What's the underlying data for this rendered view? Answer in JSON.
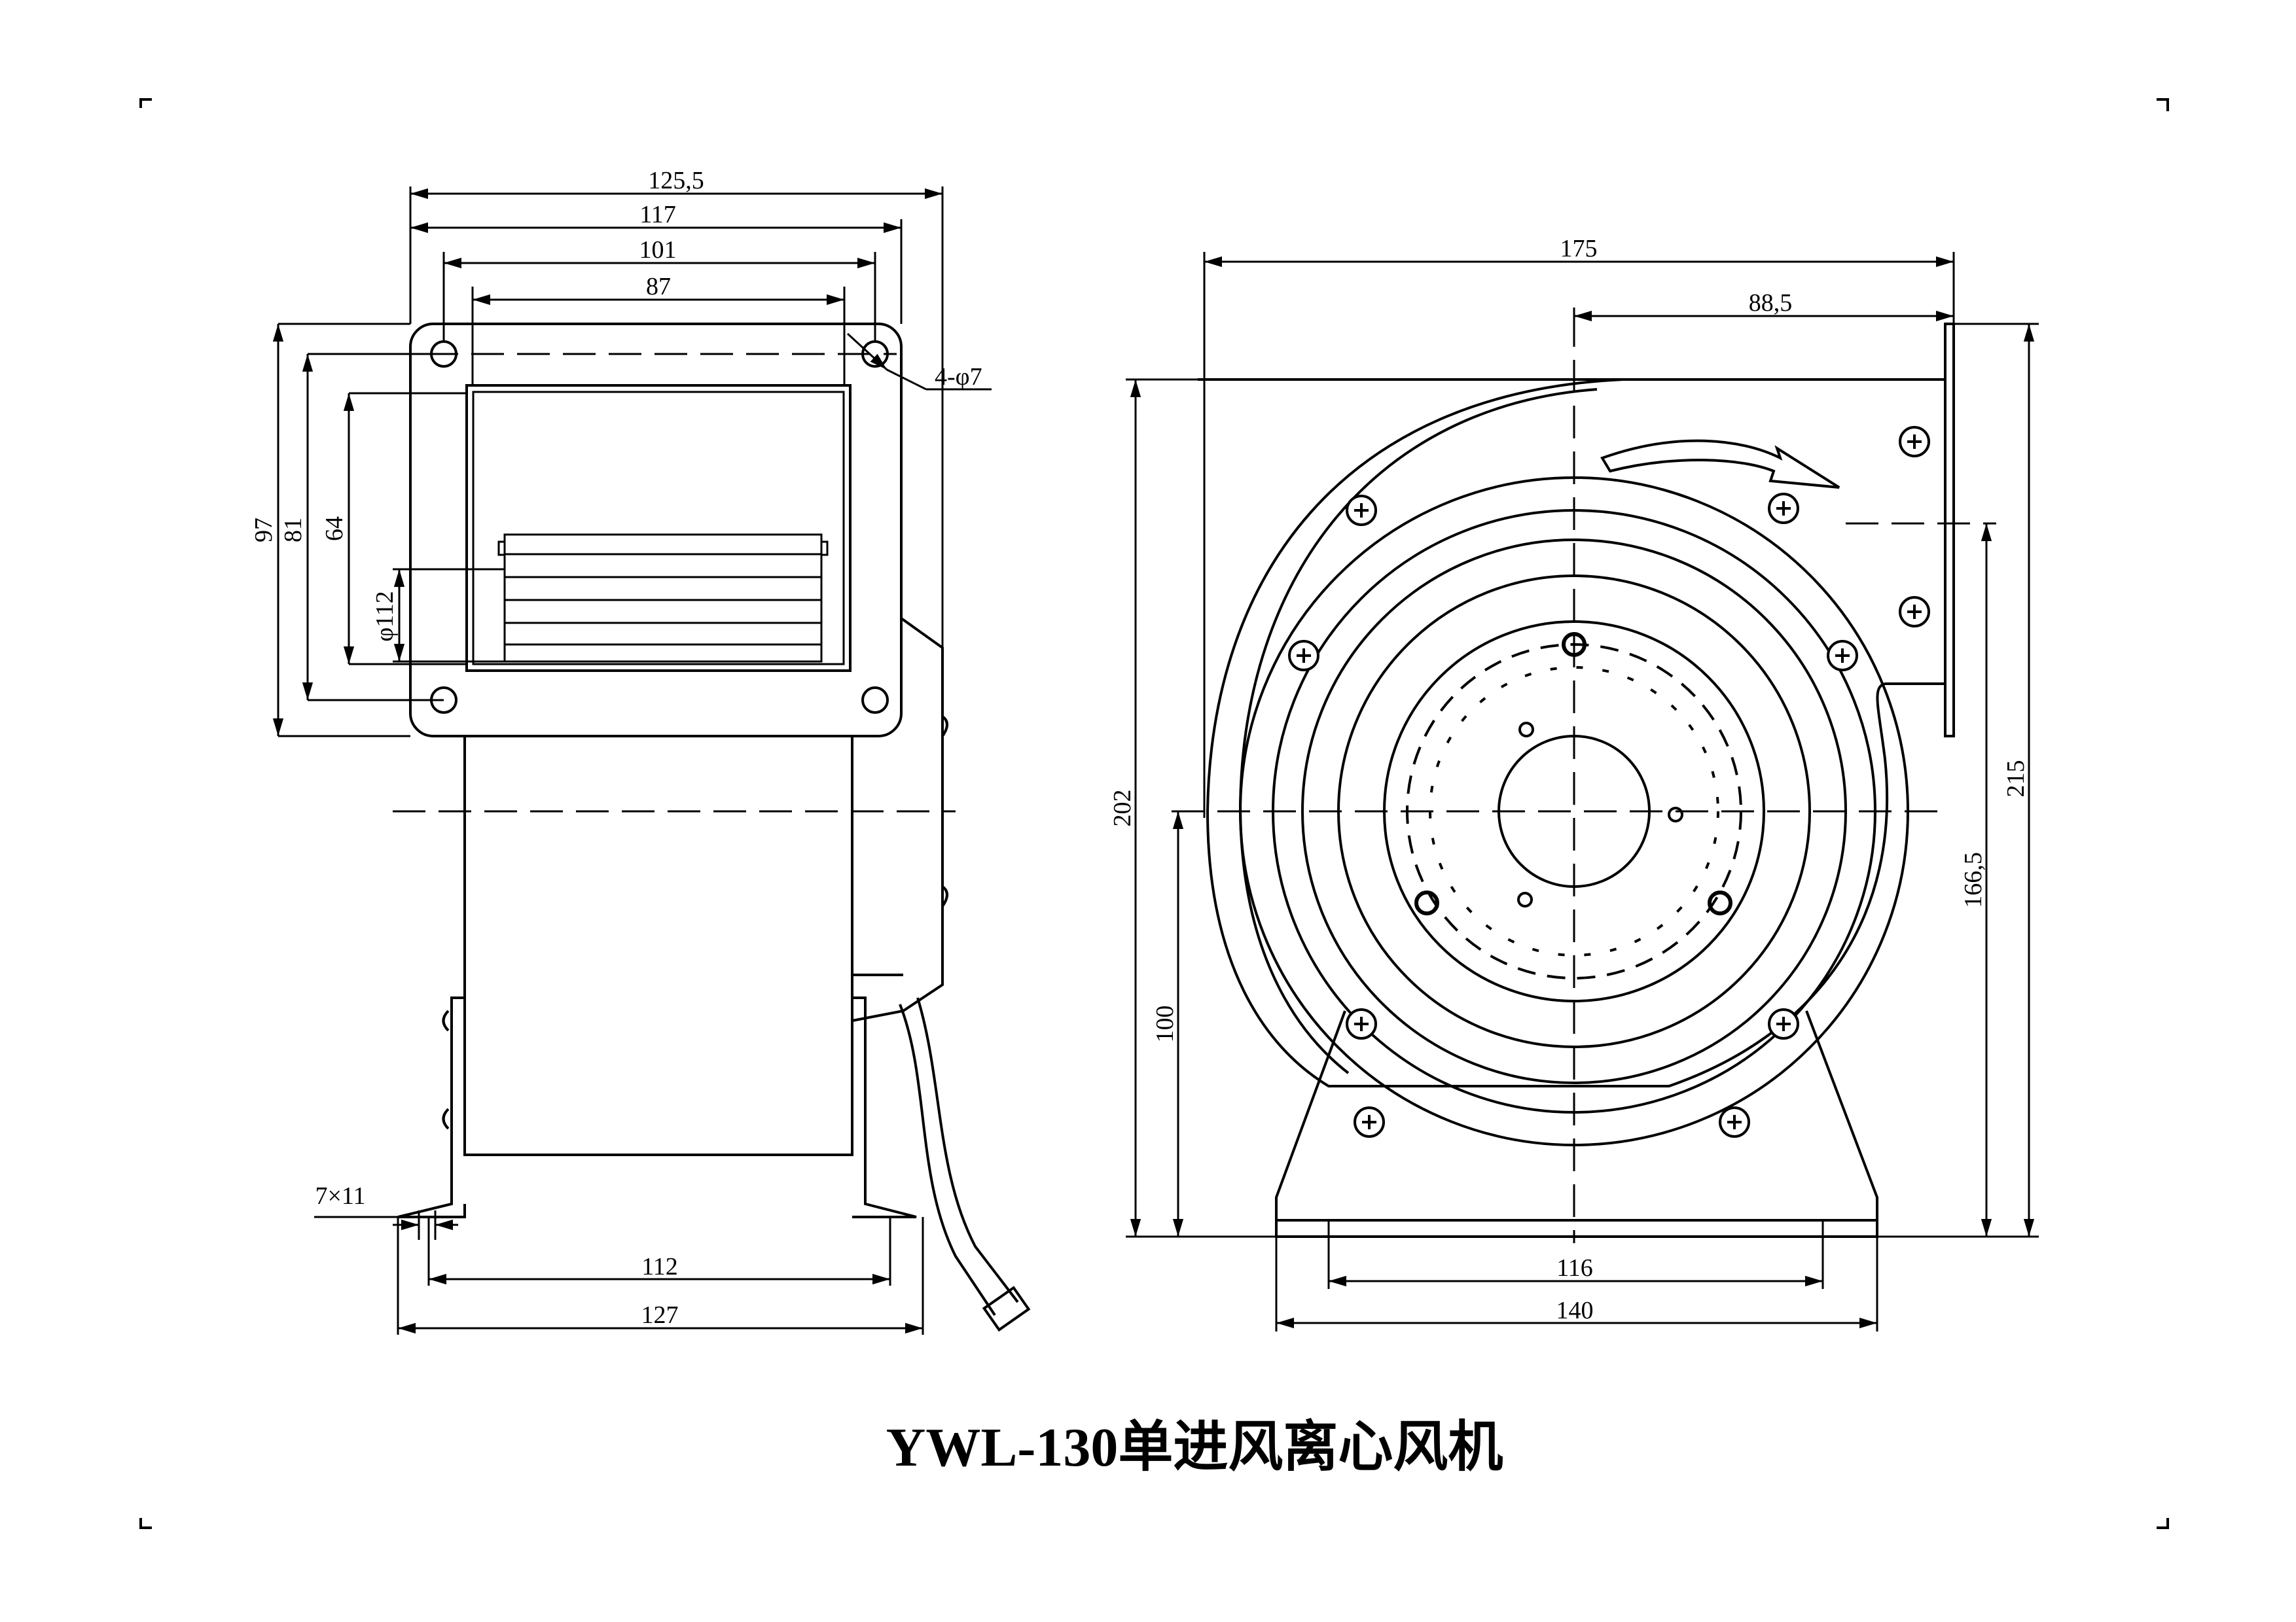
{
  "title": "YWL-130单进风离心风机",
  "front_view": {
    "dims": {
      "overall_width": "125,5",
      "flange_width": "117",
      "hole_spacing_x": "101",
      "outlet_width": "87",
      "holes": "4-φ7",
      "flange_height": "97",
      "hole_spacing_y": "81",
      "outlet_height": "64",
      "impeller_dia": "φ112",
      "slot": "7×11",
      "base_holes": "112",
      "base_width": "127"
    }
  },
  "side_view": {
    "dims": {
      "overall_width": "175",
      "outlet_offset": "88,5",
      "overall_height": "202",
      "axis_height": "100",
      "outlet_height": "166,5",
      "flange_height": "215",
      "base_holes": "116",
      "base_width": "140"
    }
  }
}
